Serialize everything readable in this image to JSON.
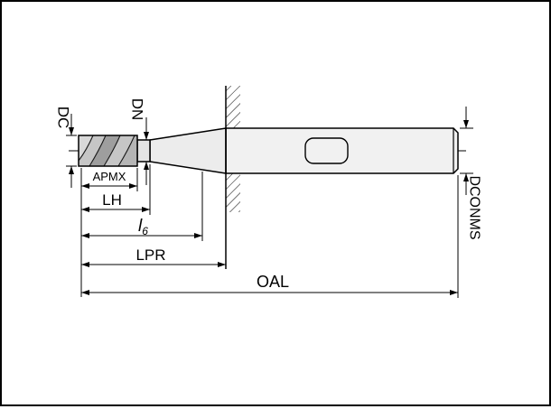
{
  "labels": {
    "dc": "DC",
    "dn": "DN",
    "apmx": "APMX",
    "lh": "LH",
    "l6_main": "l",
    "l6_sub": "6",
    "lpr": "LPR",
    "oal": "OAL",
    "dconms": "DCONMS"
  },
  "colors": {
    "line": "#000000",
    "background": "#ffffff",
    "cutter_fill": "#c6c6c6",
    "cutter_shadow": "#9e9e9e",
    "cutter_highlight": "#d8d8d8",
    "neck_fill": "#e4e4e4",
    "taper_fill": "#ececec",
    "shank_fill": "#f1f1f1"
  }
}
